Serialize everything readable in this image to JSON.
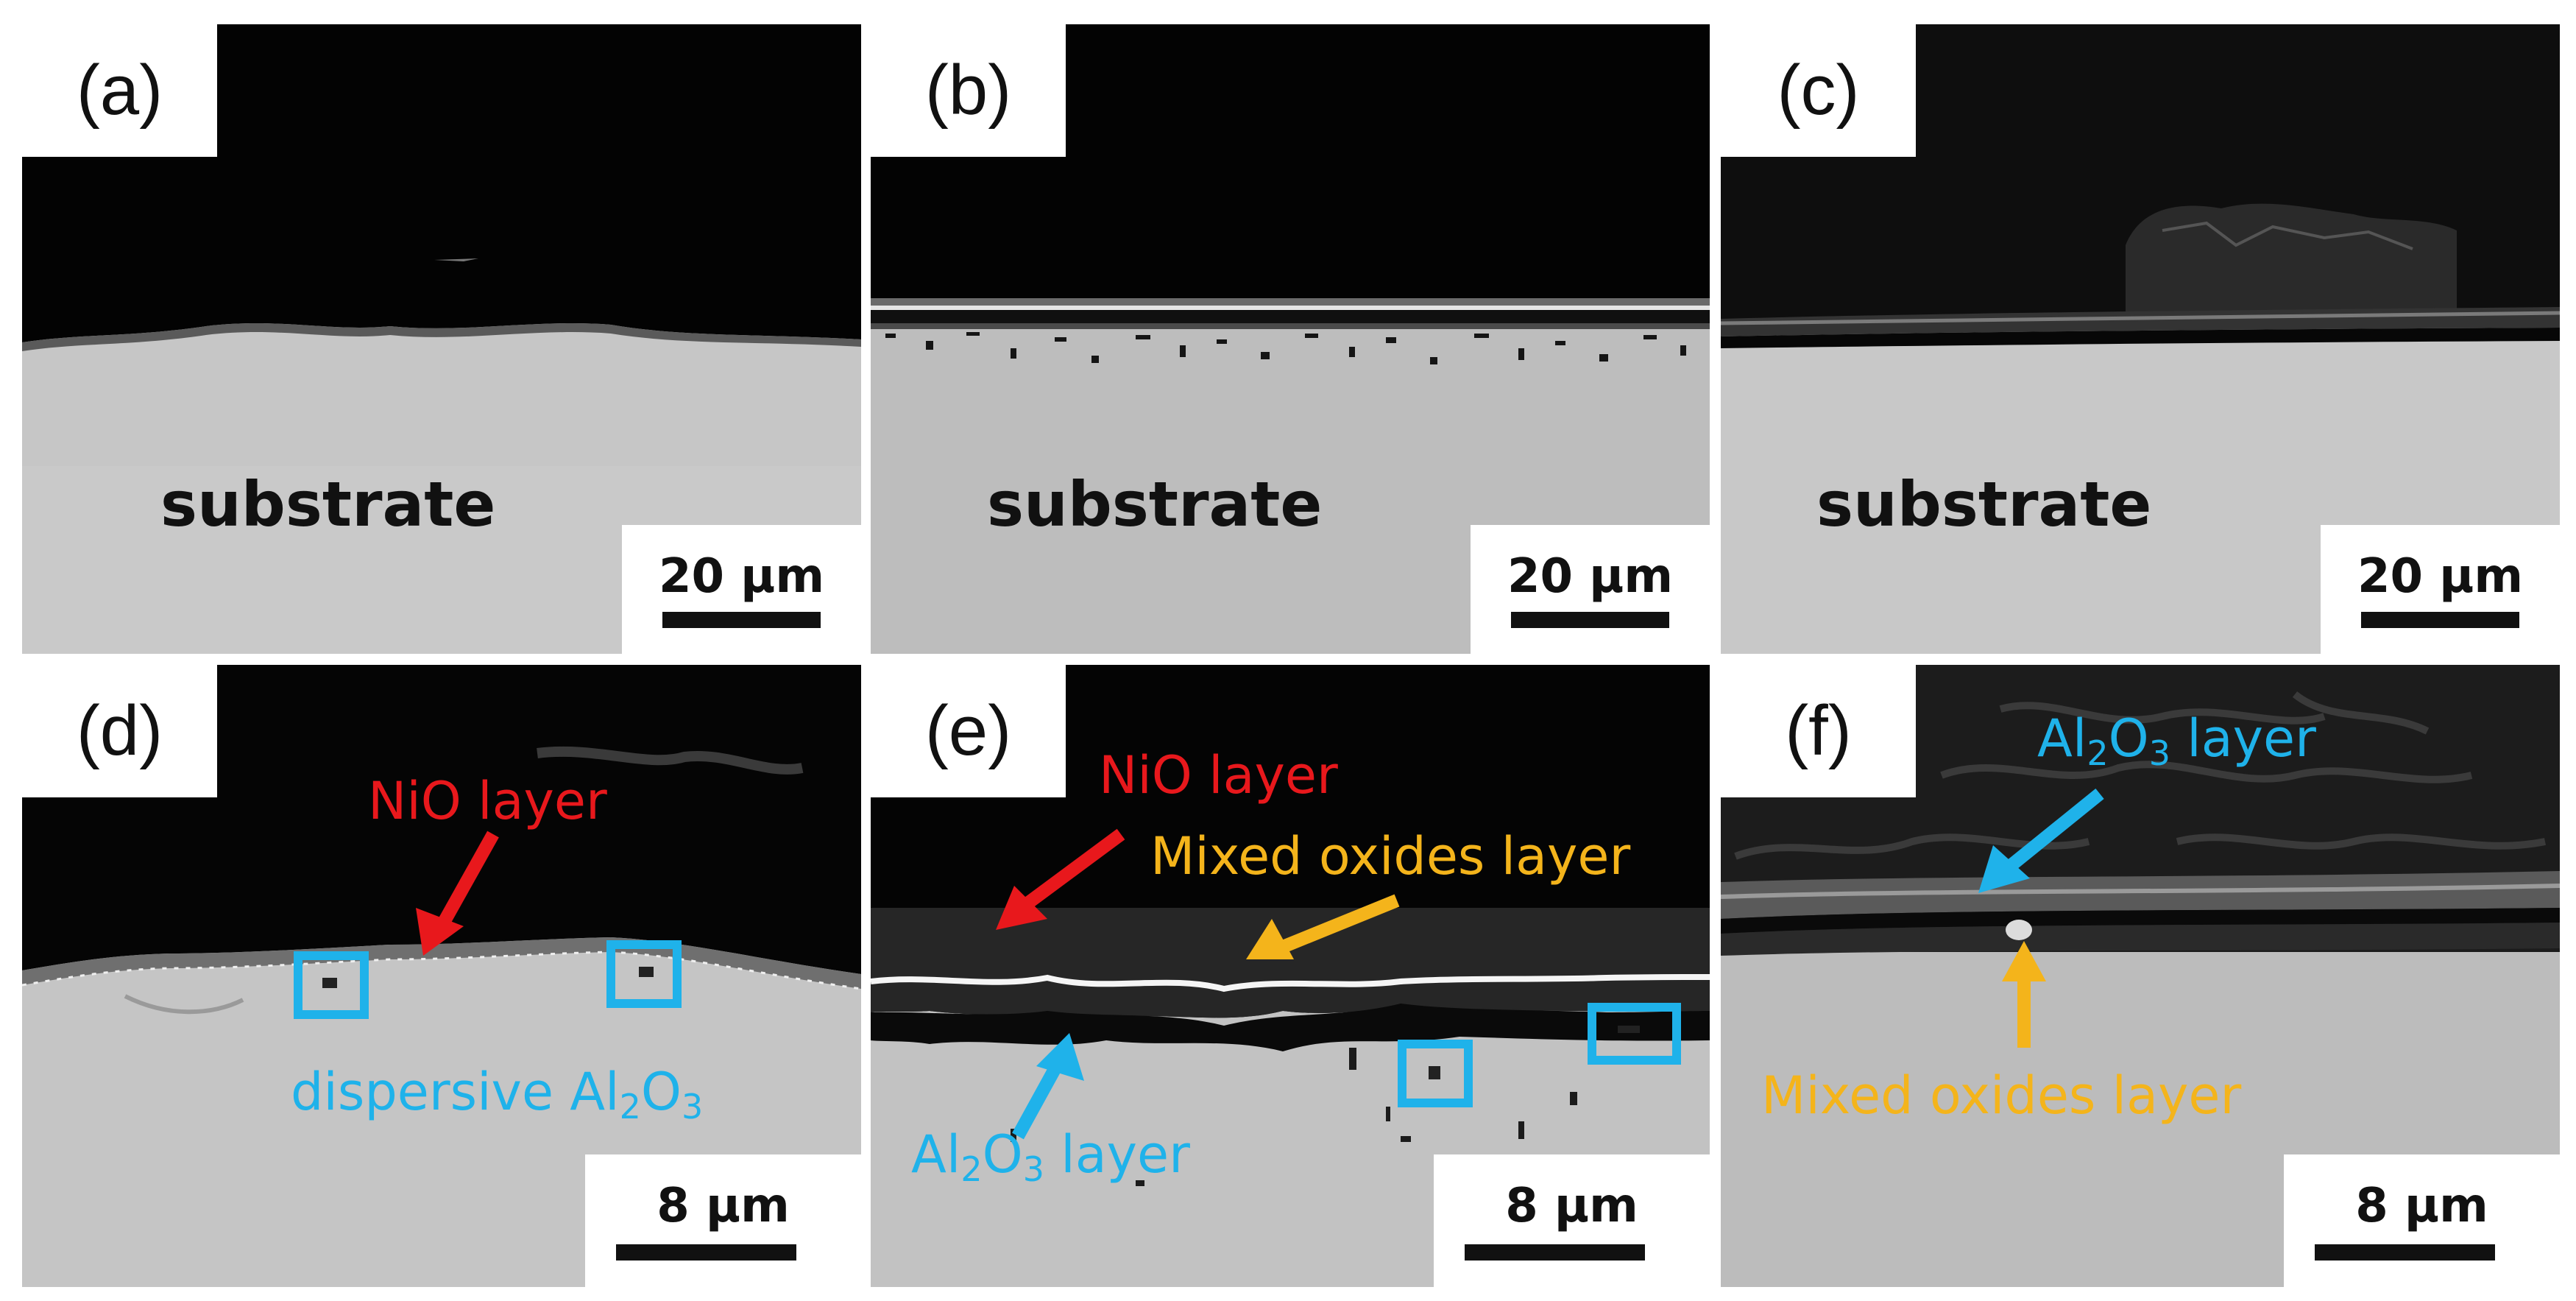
{
  "colors": {
    "red": "#e8181c",
    "cyan": "#1fb2ea",
    "amber": "#f4b41b"
  },
  "panels": {
    "a": {
      "label": "(a)",
      "substrate": "substrate",
      "scale": "20 μm"
    },
    "b": {
      "label": "(b)",
      "substrate": "substrate",
      "scale": "20 μm"
    },
    "c": {
      "label": "(c)",
      "substrate": "substrate",
      "scale": "20 μm"
    },
    "d": {
      "label": "(d)",
      "scale": "8 μm",
      "nio": "NiO layer",
      "disp_prefix": "dispersive Al",
      "sub2": "2",
      "o": "O",
      "sub3": "3"
    },
    "e": {
      "label": "(e)",
      "scale": "8 μm",
      "nio": "NiO layer",
      "mixed": "Mixed oxides layer",
      "al": "Al",
      "sub2": "2",
      "o": "O",
      "sub3": "3",
      "layer": " layer"
    },
    "f": {
      "label": "(f)",
      "scale": "8 μm",
      "al": "Al",
      "sub2": "2",
      "o": "O",
      "sub3": "3",
      "layer": " layer",
      "mixed": "Mixed oxides layer"
    }
  }
}
